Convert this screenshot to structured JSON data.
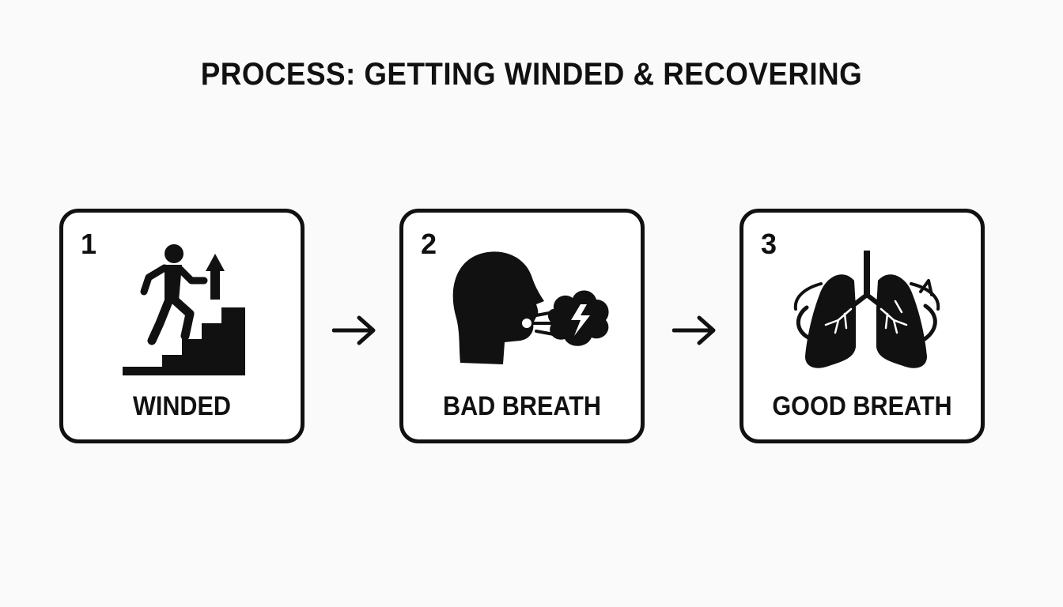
{
  "title": "PROCESS: GETTING WINDED & RECOVERING",
  "steps": [
    {
      "number": "1",
      "label": "WINDED",
      "icon": "person-climbing-stairs-icon"
    },
    {
      "number": "2",
      "label": "BAD BREATH",
      "icon": "head-exhaling-cloud-icon"
    },
    {
      "number": "3",
      "label": "GOOD BREATH",
      "icon": "lungs-circulating-icon"
    }
  ],
  "connector_icon": "right-arrow-icon",
  "colors": {
    "ink": "#111111",
    "background": "#fafafa",
    "card": "#ffffff"
  }
}
